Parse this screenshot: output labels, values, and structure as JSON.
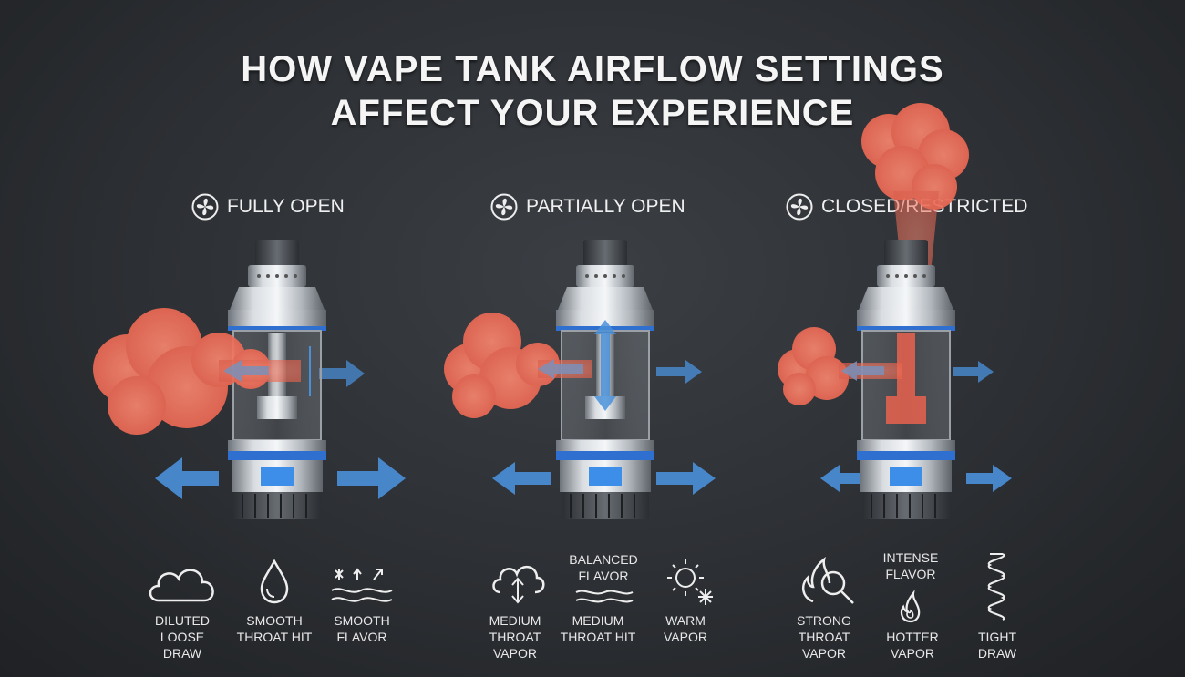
{
  "title": {
    "line1": "HOW VAPE TANK AIRFLOW SETTINGS",
    "line2": "AFFECT YOUR EXPERIENCE"
  },
  "colors": {
    "background": "#2c2f33",
    "vapor": "#ef7560",
    "airflow_arrow": "#4a90d9",
    "metal": "#b9bec4",
    "ring_blue": "#2f6fd0"
  },
  "sections": [
    {
      "heading": "FULLY OPEN",
      "heading_icon": "fan-icon",
      "effects": [
        {
          "icon": "cloud-icon",
          "lines": [
            "DILUTED",
            "LOOSE",
            "DRAW"
          ]
        },
        {
          "icon": "droplet-icon",
          "lines": [
            "SMOOTH",
            "THROAT HIT"
          ]
        },
        {
          "icon": "cool-waves-icon",
          "lines": [
            "SMOOTH",
            "FLAVOR"
          ]
        }
      ]
    },
    {
      "heading": "PARTIALLY OPEN",
      "heading_icon": "fan-icon",
      "effects": [
        {
          "icon": "cloud-arrow-icon",
          "lines": [
            "MEDIUM",
            "THROAT",
            "VAPOR"
          ]
        },
        {
          "icon": "waves-icon",
          "top_lines": [
            "BALANCED",
            "FLAVOR"
          ],
          "lines": [
            "MEDIUM",
            "THROAT HIT"
          ]
        },
        {
          "icon": "sun-snowflake-icon",
          "lines": [
            "WARM",
            "VAPOR"
          ]
        }
      ]
    },
    {
      "heading": "CLOSED/RESTRICTED",
      "heading_icon": "fan-icon",
      "effects": [
        {
          "icon": "flame-magnifier-icon",
          "lines": [
            "STRONG",
            "THROAT",
            "VAPOR"
          ]
        },
        {
          "icon": "flame-icon",
          "top_lines": [
            "INTENSE",
            "FLAVOR"
          ],
          "lines": [
            "HOTTER",
            "VAPOR"
          ]
        },
        {
          "icon": "coil-icon",
          "lines": [
            "TIGHT",
            "DRAW"
          ]
        }
      ]
    }
  ]
}
